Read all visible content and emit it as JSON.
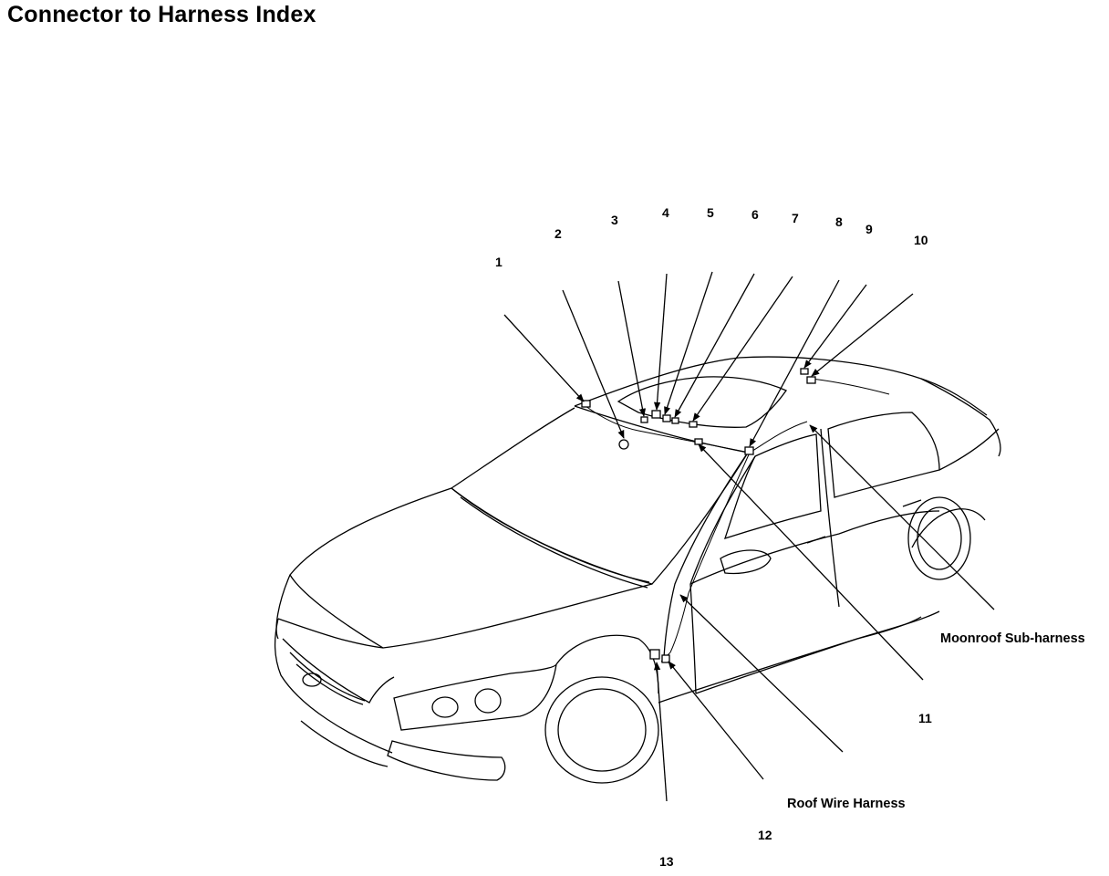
{
  "title": "Connector to Harness Index",
  "callouts": [
    "1",
    "2",
    "3",
    "4",
    "5",
    "6",
    "7",
    "8",
    "9",
    "10",
    "11",
    "12",
    "13"
  ],
  "harness_labels": {
    "moonroof": "Moonroof Sub-harness",
    "roof": "Roof Wire Harness"
  }
}
